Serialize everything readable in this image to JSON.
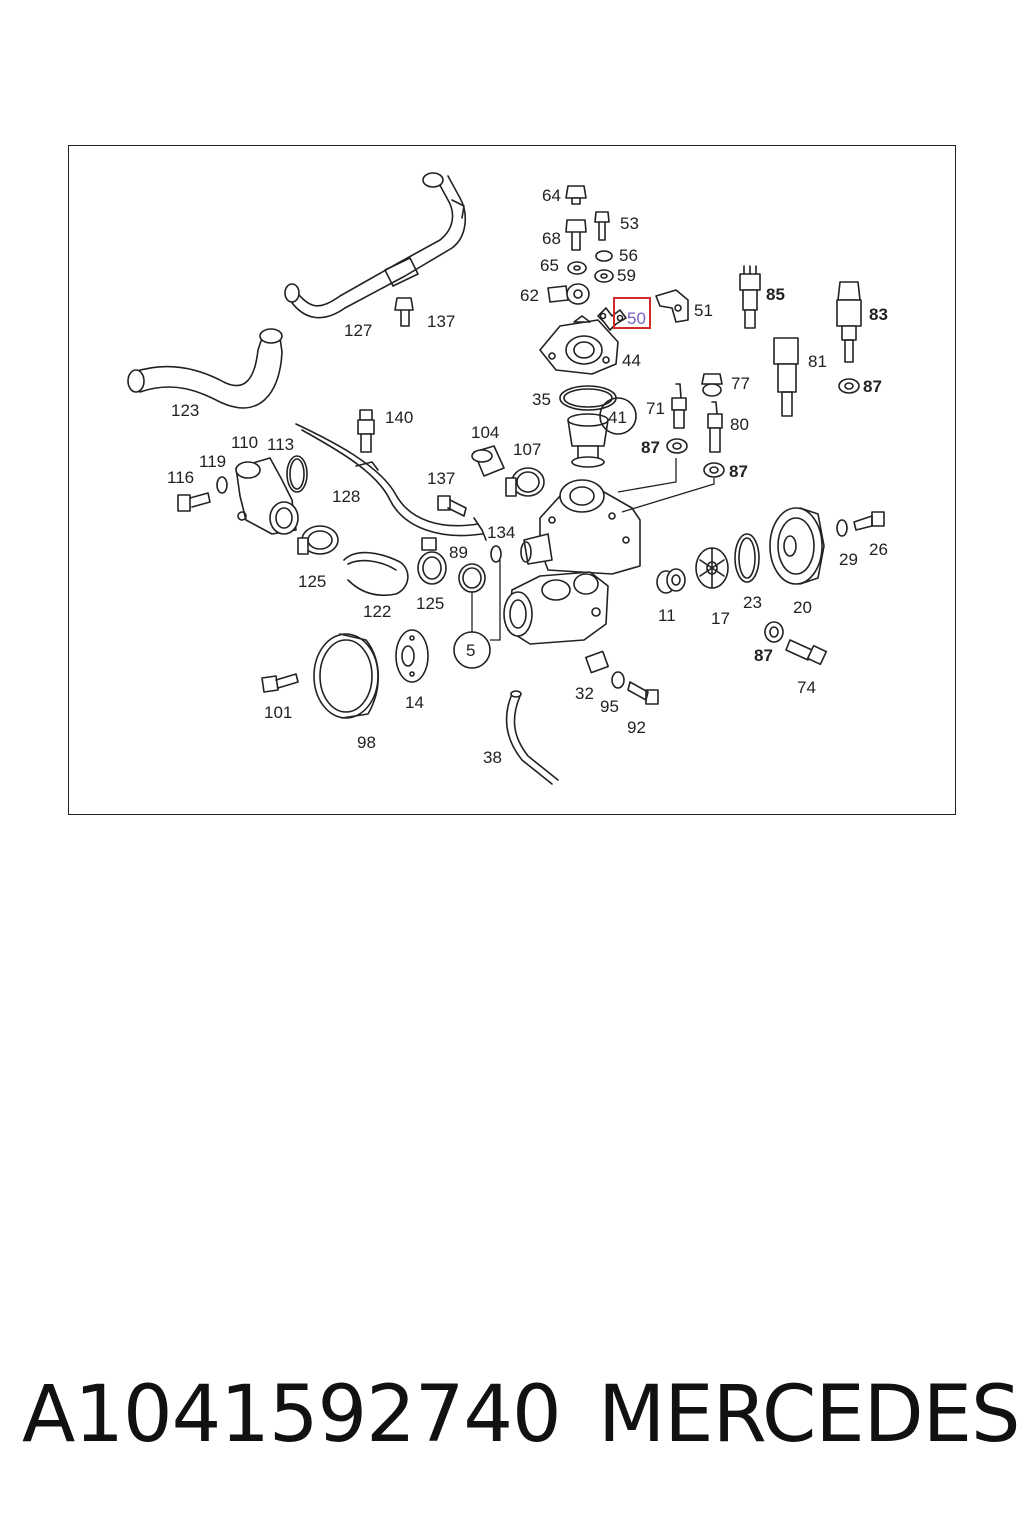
{
  "diagram": {
    "highlight_color": "#d22b2b",
    "highlighted_part": "50",
    "labels": {
      "l64": "64",
      "l53": "53",
      "l68": "68",
      "l56": "56",
      "l65": "65",
      "l59": "59",
      "l62": "62",
      "l50": "50",
      "l51": "51",
      "l85": "85",
      "l83": "83",
      "l44": "44",
      "l81": "81",
      "l77": "77",
      "l87a": "87",
      "l127": "127",
      "l137a": "137",
      "l123": "123",
      "l35": "35",
      "l41": "41",
      "l71": "71",
      "l80": "80",
      "l140": "140",
      "l104": "104",
      "l107": "107",
      "l87b": "87",
      "l87c": "87",
      "l110": "110",
      "l113": "113",
      "l119": "119",
      "l116": "116",
      "l128": "128",
      "l137b": "137",
      "l134": "134",
      "l89": "89",
      "l29": "29",
      "l26": "26",
      "l125a": "125",
      "l122": "122",
      "l125b": "125",
      "l11": "11",
      "l17": "17",
      "l23": "23",
      "l20": "20",
      "l5": "5",
      "l87d": "87",
      "l74": "74",
      "l101": "101",
      "l14": "14",
      "l32": "32",
      "l95": "95",
      "l92": "92",
      "l98": "98",
      "l38": "38"
    }
  },
  "footer": {
    "part_number": "A1041592740",
    "brand": "MERCEDES"
  }
}
